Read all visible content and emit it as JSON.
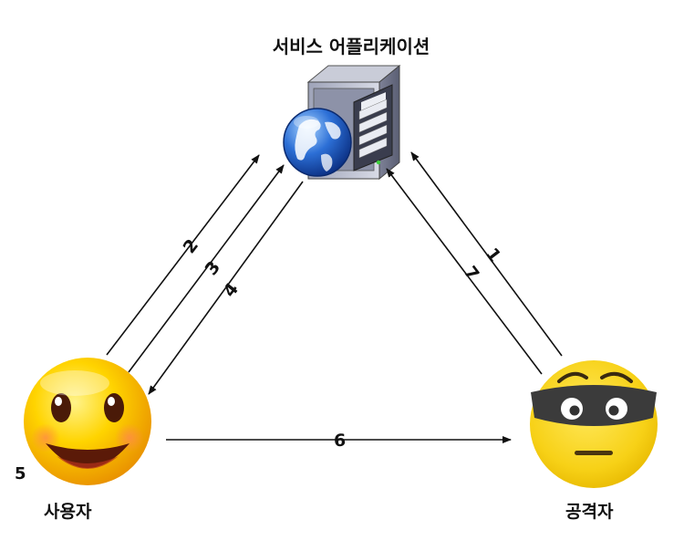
{
  "title": "서비스 어플리케이션",
  "nodes": {
    "user": {
      "label": "사용자",
      "icon": "smiley-face-icon"
    },
    "attacker": {
      "label": "공격자",
      "icon": "masked-bandit-face-icon"
    },
    "server": {
      "icon": "server-tower-with-globe-icon"
    }
  },
  "steps": {
    "s1": "1",
    "s2": "2",
    "s3": "3",
    "s4": "4",
    "s5": "5",
    "s6": "6",
    "s7": "7"
  },
  "colors": {
    "arrow": "#111111",
    "face_yellow": "#f5d000",
    "globe_blue": "#2c6fd6",
    "server_gray": "#b4b8c8"
  }
}
